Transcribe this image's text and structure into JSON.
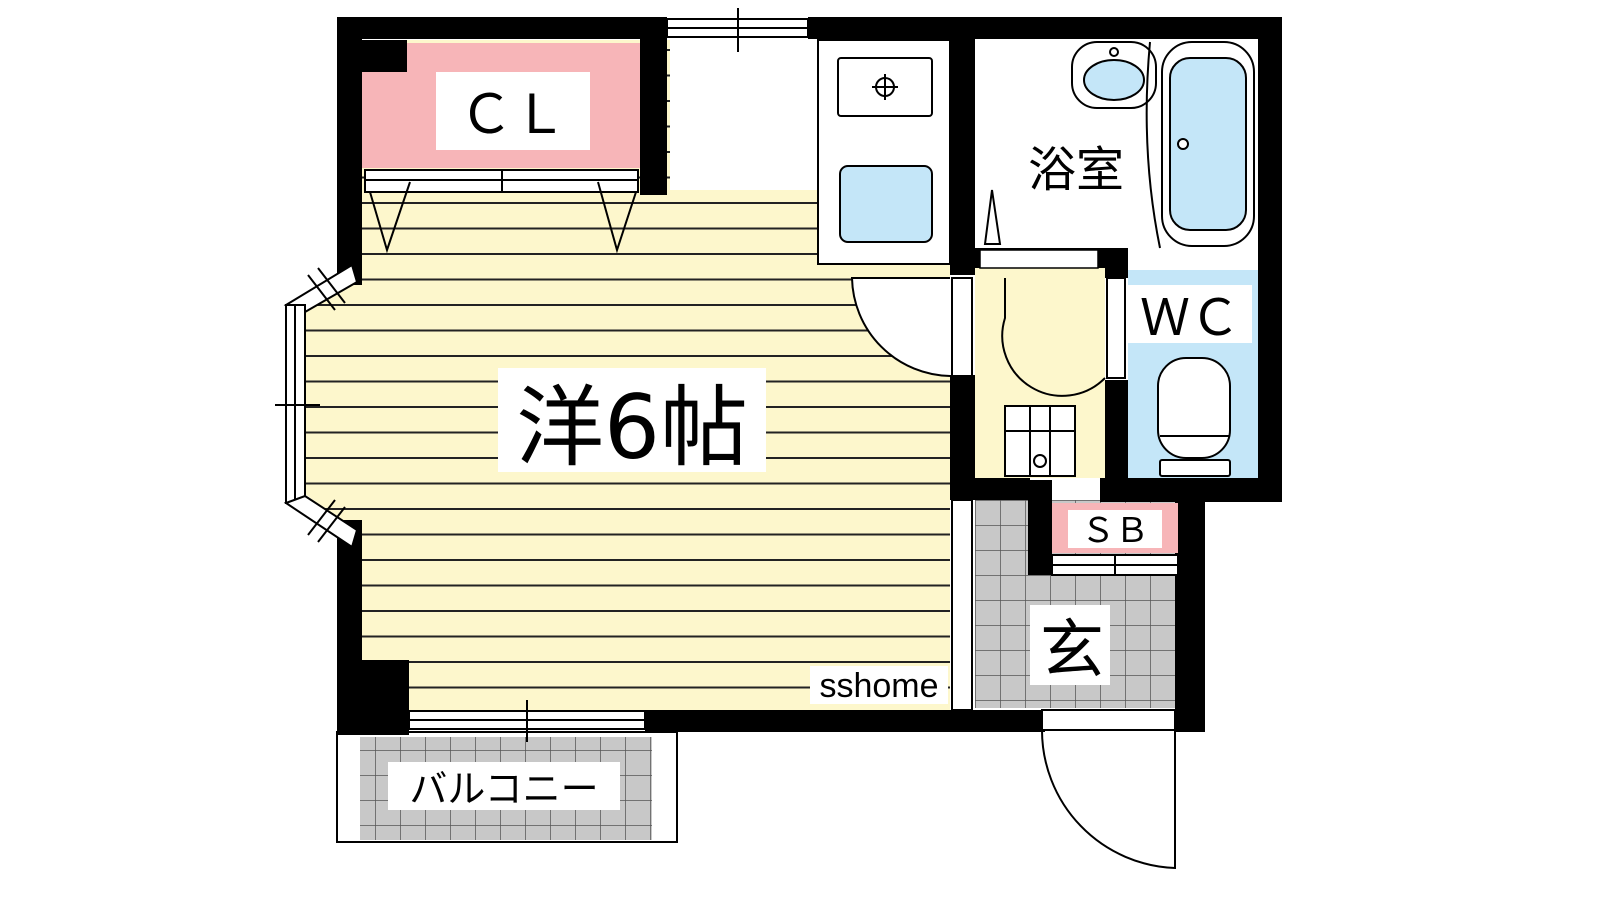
{
  "floorplan": {
    "rooms": {
      "western_room": "洋6帖",
      "closet": "ＣＬ",
      "bathroom": "浴室",
      "toilet": "ＷＣ",
      "shoe_box": "ＳＢ",
      "entrance": "玄",
      "balcony": "バルコニー"
    },
    "watermark": "sshome",
    "colors": {
      "wall": "#000000",
      "flooring": "#fdf7cc",
      "flooring_lines": "#222222",
      "closet_fill": "#f7b5b8",
      "fixture_blue": "#c4e6f8",
      "tile": "#c8c8c8",
      "tile_lines": "#555555",
      "background": "#ffffff"
    }
  }
}
